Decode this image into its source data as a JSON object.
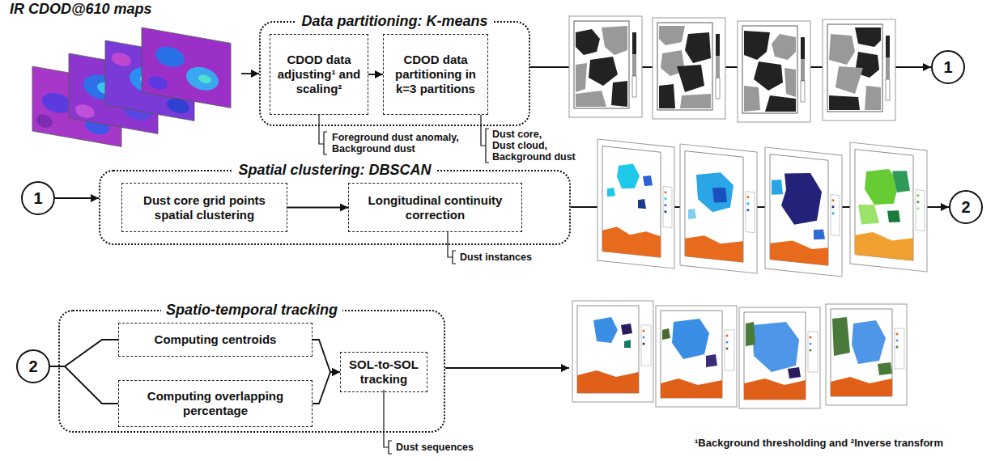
{
  "diagram": {
    "nodes": [
      {
        "text": [
          "IR CDOD@610 maps"
        ]
      },
      {
        "text": [
          "Data partitioning: K-means"
        ]
      },
      {
        "text": [
          "CDOD data adjusting¹ and scaling²"
        ],
        "in": 1
      },
      {
        "text": [
          "CDOD data partitioning in k=3 partitions"
        ],
        "in": 1
      },
      {
        "text": [
          "1"
        ]
      },
      {
        "text": [
          "1"
        ]
      },
      {
        "text": [
          "Spatial clustering: DBSCAN"
        ]
      },
      {
        "text": [
          "Dust core grid points spatial clustering"
        ],
        "in": 6
      },
      {
        "text": [
          "Longitudinal continuity correction"
        ],
        "in": 6
      },
      {
        "text": [
          "2"
        ]
      },
      {
        "text": [
          "2"
        ]
      },
      {
        "text": [
          "Spatio-temporal tracking"
        ]
      },
      {
        "text": [
          "Computing centroids"
        ],
        "in": 11
      },
      {
        "text": [
          "Computing overlapping percentage"
        ],
        "in": 11
      },
      {
        "text": [
          "SOL-to-SOL tracking"
        ],
        "in": 11
      }
    ],
    "edges": [
      {
        "from": 0,
        "to": 1,
        "arrow": "to"
      },
      {
        "from": 2,
        "to": 3,
        "arrow": "to"
      },
      {
        "from": 1,
        "to": 4,
        "arrow": "to"
      },
      {
        "from": 5,
        "to": 6,
        "arrow": "to"
      },
      {
        "from": 7,
        "to": 8,
        "arrow": "to"
      },
      {
        "from": 6,
        "to": 9,
        "arrow": "to"
      },
      {
        "from": 10,
        "to": 12,
        "arrow": "none"
      },
      {
        "from": 10,
        "to": 13,
        "arrow": "none"
      },
      {
        "from": 12,
        "to": 14,
        "arrow": "to"
      },
      {
        "from": 13,
        "to": 14,
        "arrow": "to"
      }
    ],
    "labels": [
      "Foreground dust anomaly, Background dust",
      "Dust core, Dust cloud, Background dust",
      "Dust instances",
      "Dust sequences",
      "¹Background thresholding and ²Inverse transform"
    ]
  }
}
